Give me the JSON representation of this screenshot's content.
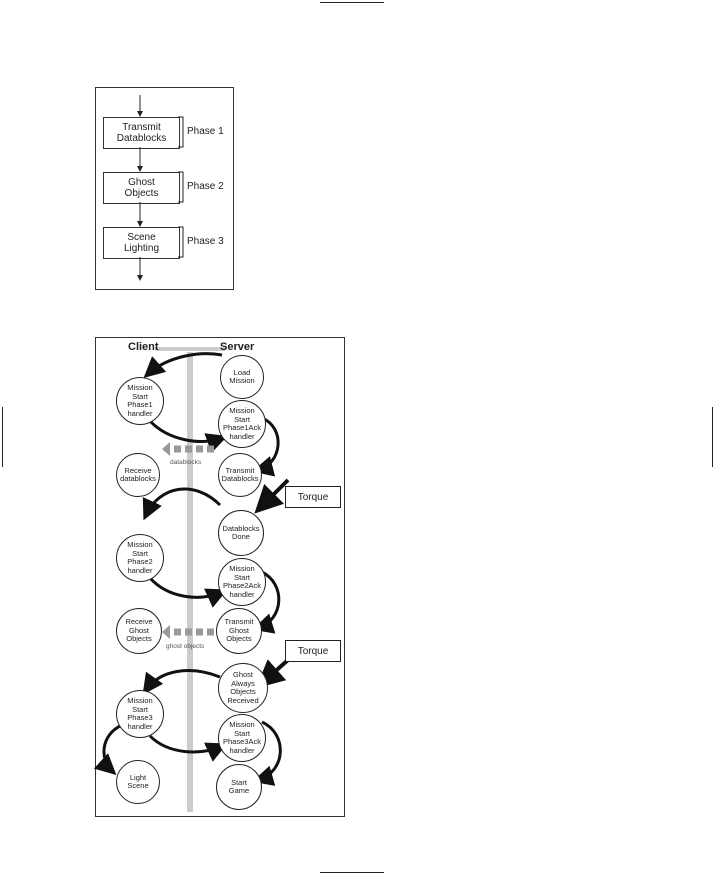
{
  "top_diagram": {
    "steps": [
      {
        "label": "Transmit\nDatablocks",
        "phase": "Phase 1"
      },
      {
        "label": "Ghost\nObjects",
        "phase": "Phase 2"
      },
      {
        "label": "Scene\nLighting",
        "phase": "Phase 3"
      }
    ]
  },
  "bottom_diagram": {
    "client_header": "Client",
    "server_header": "Server",
    "nodes": {
      "load_mission": "Load\nMission",
      "phase1_handler": "Mission\nStart\nPhase1\nhandler",
      "phase1_ack": "Mission\nStart\nPhase1Ack\nhandler",
      "transmit_datablocks": "Transmit\nDatablocks",
      "receive_datablocks": "Receive\ndatablocks",
      "datablocks_done": "Datablocks\nDone",
      "phase2_handler": "Mission\nStart\nPhase2\nhandler",
      "phase2_ack": "Mission\nStart\nPhase2Ack\nhandler",
      "transmit_ghosts": "Transmit\nGhost\nObjects",
      "receive_ghosts": "Receive\nGhost\nObjects",
      "ghosts_received": "Ghost\nAlways\nObjects\nReceived",
      "phase3_handler": "Mission\nStart\nPhase3\nhandler",
      "phase3_ack": "Mission\nStart\nPhase3Ack\nhandler",
      "light_scene": "Light\nScene",
      "start_game": "Start\nGame"
    },
    "flow_labels": {
      "datablocks": "datablocks",
      "ghost_objects": "ghost objects"
    },
    "torque_label_1": "Torque",
    "torque_label_2": "Torque"
  }
}
